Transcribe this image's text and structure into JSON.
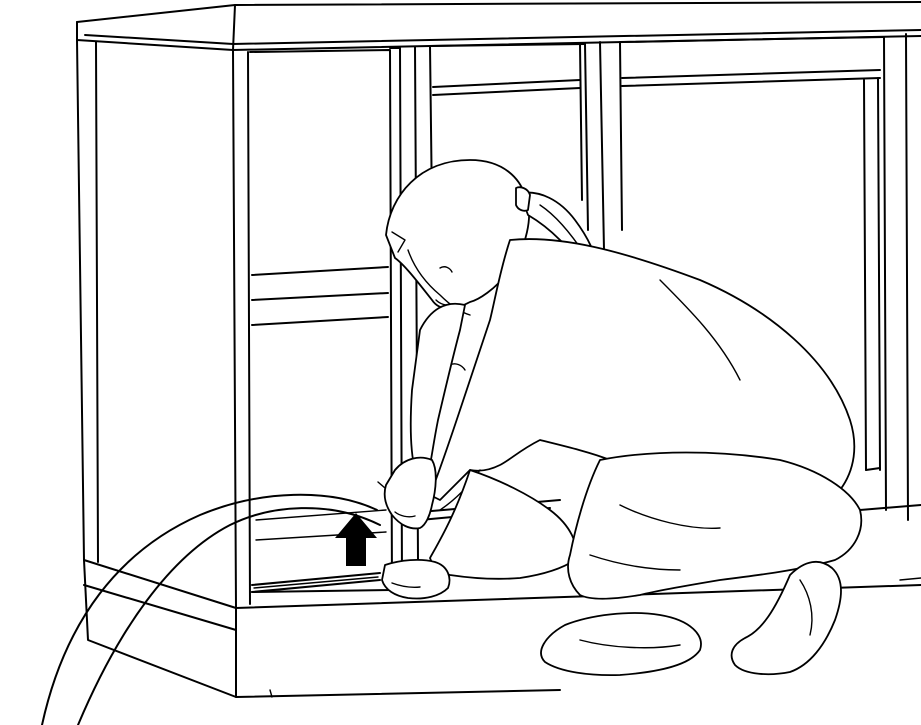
{
  "figure": {
    "elements": [
      "cabinet",
      "sliding-door-left",
      "sliding-door-middle",
      "sliding-door-right",
      "bottom-track",
      "person-kneeling",
      "lift-arrow-icon",
      "magnifier-callout"
    ],
    "arrow_direction": "up",
    "colors": {
      "line": "#000000",
      "background": "#ffffff",
      "arrow": "#000000"
    }
  }
}
